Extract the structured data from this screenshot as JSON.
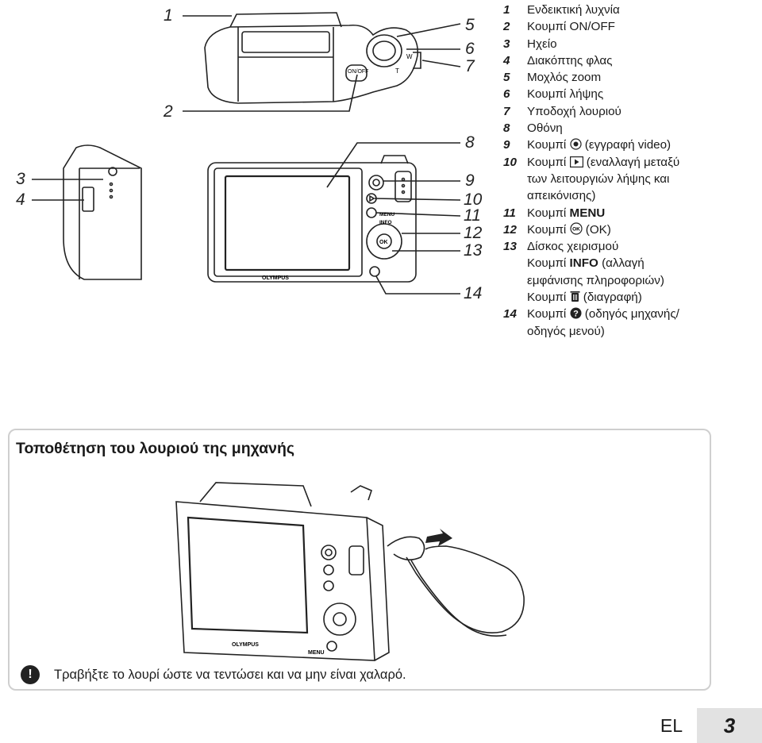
{
  "callouts": {
    "c1": "1",
    "c2": "2",
    "c3": "3",
    "c4": "4",
    "c5": "5",
    "c6": "6",
    "c7": "7",
    "c8": "8",
    "c9": "9",
    "c10": "10",
    "c11": "11",
    "c12": "12",
    "c13": "13",
    "c14": "14"
  },
  "camera_labels": {
    "on_off": "ON/OFF",
    "menu": "MENU",
    "info": "INFO",
    "ok": "OK",
    "brand": "OLYMPUS",
    "zoom_w": "W",
    "zoom_t": "T"
  },
  "parts": [
    {
      "n": "1",
      "text": "Ενδεικτική λυχνία"
    },
    {
      "n": "2",
      "text": "Κουμπί ON/OFF"
    },
    {
      "n": "3",
      "text": "Ηχείο"
    },
    {
      "n": "4",
      "text": "Διακόπτης φλας"
    },
    {
      "n": "5",
      "text": "Μοχλός zoom"
    },
    {
      "n": "6",
      "text": "Κουμπί λήψης"
    },
    {
      "n": "7",
      "text": "Υποδοχή λουριού"
    },
    {
      "n": "8",
      "text": "Οθόνη"
    }
  ],
  "part9": {
    "n": "9",
    "pre": "Κουμπί",
    "icon": "record-icon",
    "post": "(εγγραφή video)"
  },
  "part10": {
    "n": "10",
    "pre": "Κουμπί",
    "icon": "play-icon",
    "post": "(εναλλαγή μεταξύ",
    "cont1": "των λειτουργιών λήψης και",
    "cont2": "απεικόνισης)"
  },
  "part11": {
    "n": "11",
    "pre": "Κουμπί",
    "bold": "MENU"
  },
  "part12": {
    "n": "12",
    "pre": "Κουμπί",
    "icon": "ok-icon",
    "post": "(OK)"
  },
  "part13": {
    "n": "13",
    "text": "Δίσκος χειρισμού",
    "info_pre": "Κουμπί",
    "info_bold": "INFO",
    "info_post": "(αλλαγή",
    "info_cont": "εμφάνισης πληροφοριών)",
    "del_pre": "Κουμπί",
    "del_icon": "trash-icon",
    "del_post": "(διαγραφή)"
  },
  "part14": {
    "n": "14",
    "pre": "Κουμπί",
    "icon": "help-icon",
    "post": "(οδηγός μηχανής/",
    "cont": "οδηγός μενού)"
  },
  "strap_section": {
    "title": "Τοποθέτηση του λουριού της μηχανής",
    "note": "Τραβήξτε το λουρί ώστε να τεντώσει και να μην είναι χαλαρό."
  },
  "footer": {
    "lang": "EL",
    "page": "3"
  }
}
